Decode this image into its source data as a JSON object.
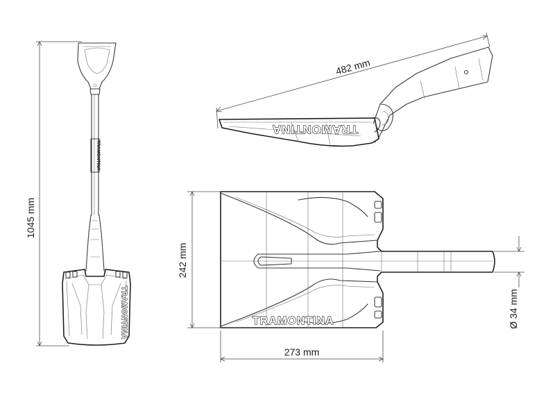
{
  "dimensions": {
    "total_length": "1045 mm",
    "blade_length": "482 mm",
    "blade_height": "242 mm",
    "blade_width": "273 mm",
    "handle_diameter": "Ø 34 mm"
  },
  "brand": {
    "name": "TRAMONTINA"
  },
  "colors": {
    "line": "#3a3a3a",
    "background": "#ffffff"
  }
}
